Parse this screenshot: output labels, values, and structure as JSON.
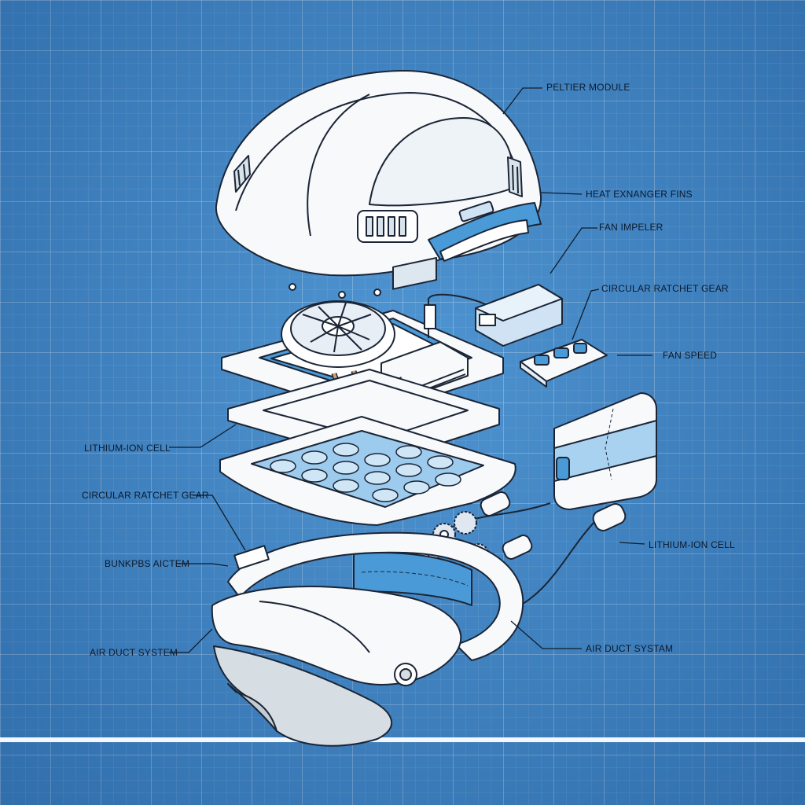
{
  "diagram": {
    "colors": {
      "background": "#3f88c7",
      "grid": "#ffffff",
      "part_fill": "#f7f9fb",
      "accent_blue": "#4b9ad8",
      "outline": "#1b2535",
      "wire_copper": "#d89a6a"
    },
    "labels": {
      "peltier_module": "PELTIER MODULE",
      "heat_exchanger_fins": "HEAT EXNANGER FINS",
      "fan_impeller": "FAN IMPELER",
      "circular_ratchet_gear_right": "CIRCULAR RATCHET GEAR",
      "fan_speed": "FAN SPEED",
      "lithium_ion_cell_left": "LITHIUM-ION CELL",
      "circular_ratchet_gear_left": "CIRCULAR RATCHET GEAR",
      "bunkpbs_aictem": "BUNKPBS AICTEM",
      "lithium_ion_cell_right": "LITHIUM-ION CELL",
      "air_duct_system_left": "AIR DUCT SYSTEM",
      "air_duct_system_right": "AIR DUCT SYSTAM"
    }
  }
}
